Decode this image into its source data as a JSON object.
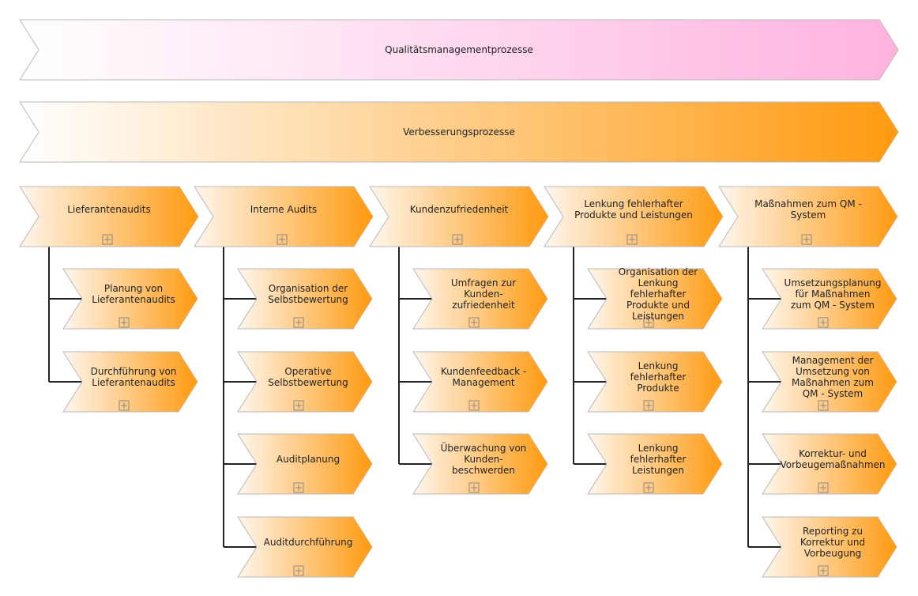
{
  "diagram": {
    "banners": [
      {
        "id": "qm",
        "label": "Qualitätsmanagementprozesse",
        "gradient": [
          "#ffffff",
          "#ffb3df"
        ]
      },
      {
        "id": "vb",
        "label": "Verbesserungsprozesse",
        "gradient": [
          "#ffffff",
          "#ff9a10"
        ]
      }
    ],
    "columns": [
      {
        "label": "Lieferantenaudits",
        "children": [
          "Planung von Lieferantenaudits",
          "Durchführung von Lieferantenaudits"
        ]
      },
      {
        "label": "Interne Audits",
        "children": [
          "Organisation der Selbstbewertung",
          "Operative Selbstbewertung",
          "Auditplanung",
          "Auditdurchführung"
        ]
      },
      {
        "label": "Kundenzufriedenheit",
        "children": [
          "Umfragen zur Kunden-zufriedenheit",
          "Kundenfeedback - Management",
          "Überwachung von Kunden-beschwerden"
        ]
      },
      {
        "label": "Lenkung fehlerhafter Produkte und Leistungen",
        "children": [
          "Organisation der Lenkung fehlerhafter Produkte und Leistungen",
          "Lenkung fehlerhafter Produkte",
          "Lenkung fehlerhafter Leistungen"
        ]
      },
      {
        "label": "Maßnahmen zum QM - System",
        "children": [
          "Umsetzungsplanung für Maßnahmen zum QM - System",
          "Management der Umsetzung von Maßnahmen zum QM - System",
          "Korrektur- und Vorbeugemaßnahmen",
          "Reporting zu Korrektur und Vorbeugung"
        ]
      }
    ],
    "colors": {
      "chevron_start": "#fff6ec",
      "chevron_end": "#ff9a10",
      "border": "#b9b9b9",
      "connector": "#222222"
    },
    "icons": {
      "expand": "expand-plus-icon"
    }
  }
}
